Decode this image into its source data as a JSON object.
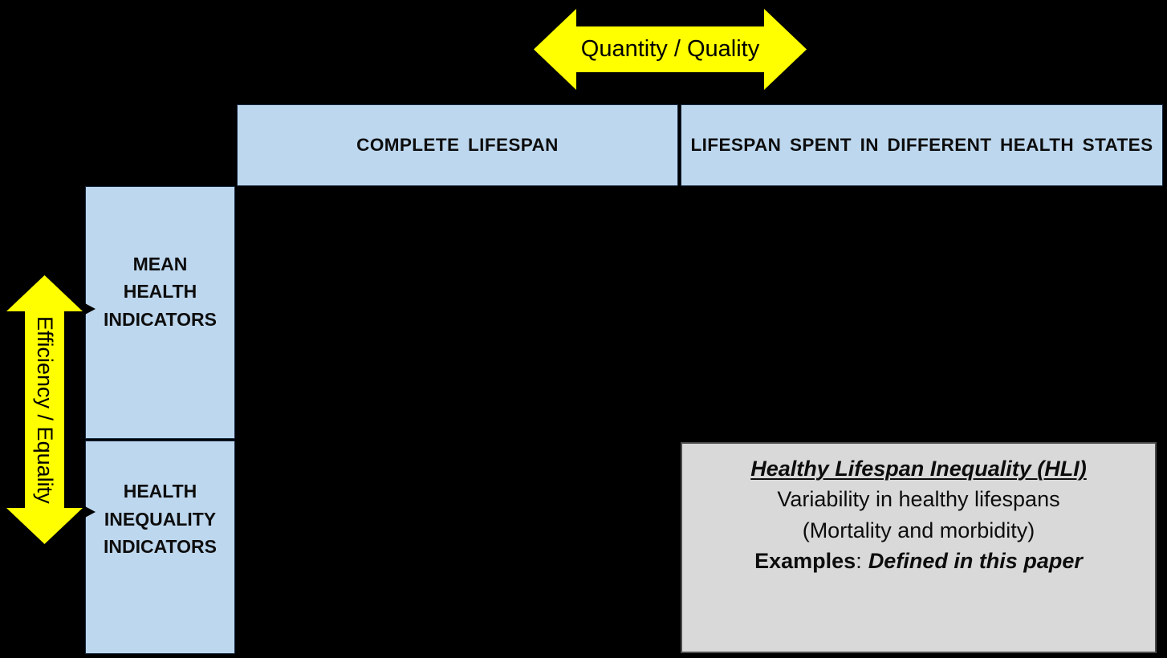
{
  "colors": {
    "background": "#000000",
    "arrow_yellow": "#FFFF00",
    "cell_blue": "#BDD7EE",
    "box_gray": "#D9D9D9",
    "text": "#000000"
  },
  "top_axis": {
    "label": "Quantity / Quality"
  },
  "left_axis": {
    "label": "Efficiency / Equality"
  },
  "matrix": {
    "columns": [
      {
        "label": "COMPLETE LIFESPAN"
      },
      {
        "label": "LIFESPAN SPENT IN DIFFERENT HEALTH STATES"
      }
    ],
    "rows": [
      {
        "lines": [
          "MEAN",
          "HEALTH",
          "INDICATORS"
        ]
      },
      {
        "lines": [
          "HEALTH",
          "INEQUALITY",
          "INDICATORS"
        ]
      }
    ]
  },
  "hli_box": {
    "title": "Healthy Lifespan Inequality (HLI)",
    "description_line1": "Variability in healthy lifespans",
    "description_line2": "(Mortality and morbidity)",
    "examples_label": "Examples",
    "examples_separator": ":",
    "examples_value": "Defined in this paper"
  }
}
